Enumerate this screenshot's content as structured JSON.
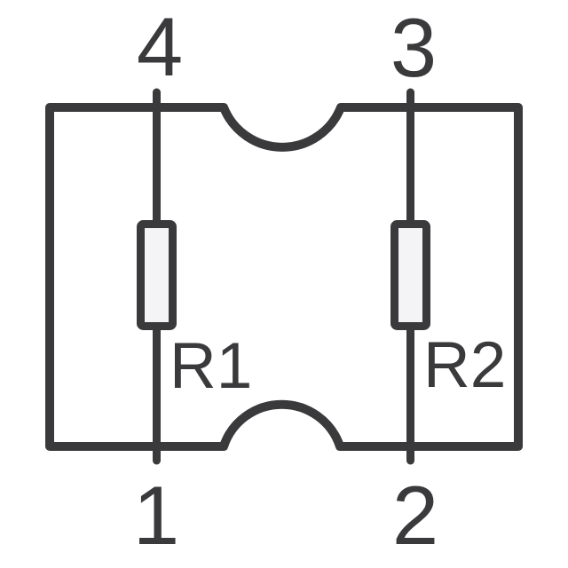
{
  "colors": {
    "stroke": "#3a3a3c",
    "text": "#3a3a3c",
    "resistor_fill": "#f4f4f6",
    "background": "#ffffff"
  },
  "schematic": {
    "component_type": "dual resistor network schematic",
    "pins": [
      {
        "number": "4",
        "position": "top-left"
      },
      {
        "number": "3",
        "position": "top-right"
      },
      {
        "number": "1",
        "position": "bottom-left"
      },
      {
        "number": "2",
        "position": "bottom-right"
      }
    ],
    "resistors": [
      {
        "designator": "R1"
      },
      {
        "designator": "R2"
      }
    ]
  }
}
